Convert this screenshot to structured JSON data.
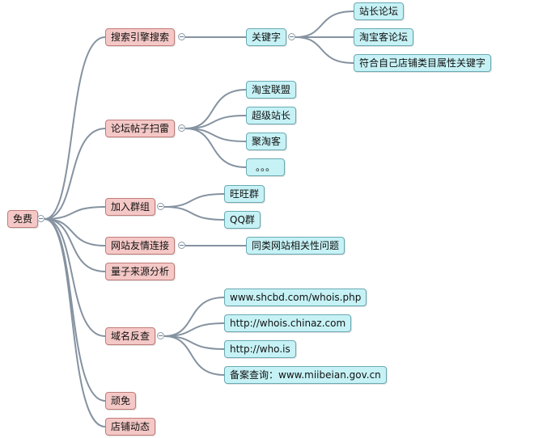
{
  "colors": {
    "link": "#8592a0",
    "pink": "#f4c8c6",
    "cyan": "#c6f2f6"
  },
  "mindmap": {
    "root": "免费",
    "branches": {
      "search_engine": {
        "label": "搜索引擎搜索",
        "keyword": "关键字",
        "children": [
          "站长论坛",
          "淘宝客论坛",
          "符合自己店铺类目属性关键字"
        ]
      },
      "forum_scan": {
        "label": "论坛帖子扫雷",
        "children": [
          "淘宝联盟",
          "超级站长",
          "聚淘客",
          "。。。"
        ]
      },
      "join_groups": {
        "label": "加入群组",
        "children": [
          "旺旺群",
          "QQ群"
        ]
      },
      "friend_links": {
        "label": "网站友情连接",
        "children": [
          "同类网站相关性问题"
        ]
      },
      "quantum": {
        "label": "量子来源分析"
      },
      "domain_lookup": {
        "label": "域名反查",
        "children": [
          "www.shcbd.com/whois.php",
          "http://whois.chinaz.com",
          "http://who.is",
          "备案查询：www.miibeian.gov.cn"
        ]
      },
      "guwen": {
        "label": "顽免"
      },
      "shop_news": {
        "label": "店铺动态"
      }
    }
  }
}
